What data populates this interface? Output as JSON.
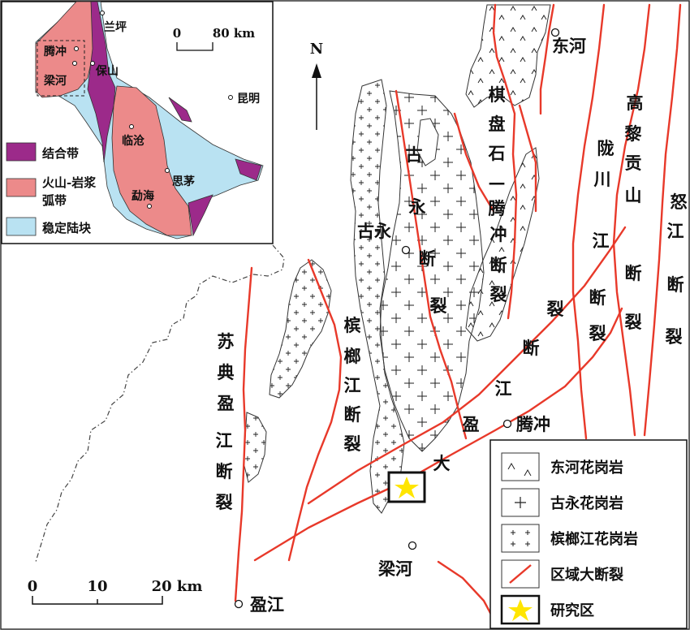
{
  "colors": {
    "fault": "#e8392a",
    "outline": "#333333",
    "suture_zone": "#9c2a8a",
    "volcanic_arc": "#ec8a8a",
    "stable_block": "#b9e2f2",
    "study_star": "#ffe500"
  },
  "north_label": "N",
  "places": {
    "donghe": "东河",
    "tengchong": "腾冲",
    "lianghe": "梁河",
    "yingjiang": "盈江",
    "guyong": "古永"
  },
  "faults": {
    "qipanshi_tengchong": "棋盘石—腾冲断裂",
    "guyong": "古永断裂",
    "binlangjiang": "槟榔江断裂",
    "sudian_yingjiang": "苏典盈江断裂",
    "longchuanjiang": "陇川江断裂",
    "gaoligongshan": "高黎贡山断裂",
    "nujiang": "怒江断裂",
    "yingjiang_main": "大盈江断裂"
  },
  "scale_main": {
    "labels": [
      "0",
      "10",
      "20 km"
    ]
  },
  "inset": {
    "places": [
      "兰坪",
      "腾冲",
      "梁河",
      "保山",
      "昆明",
      "临沧",
      "思茅",
      "勐海"
    ],
    "scale": {
      "labels": [
        "0",
        "80 km"
      ]
    },
    "legend": [
      {
        "label": "结合带",
        "color": "#9c2a8a"
      },
      {
        "label": "火山-岩浆",
        "label2": "弧带",
        "color": "#ec8a8a"
      },
      {
        "label": "稳定陆块",
        "color": "#b9e2f2"
      }
    ]
  },
  "legend": [
    {
      "label": "东河花岗岩",
      "symbol": "caret"
    },
    {
      "label": "古永花岗岩",
      "symbol": "plus"
    },
    {
      "label": "槟榔江花岗岩",
      "symbol": "small-plus"
    },
    {
      "label": "区域大断裂",
      "symbol": "fault-line"
    },
    {
      "label": "研究区",
      "symbol": "star-box"
    }
  ]
}
